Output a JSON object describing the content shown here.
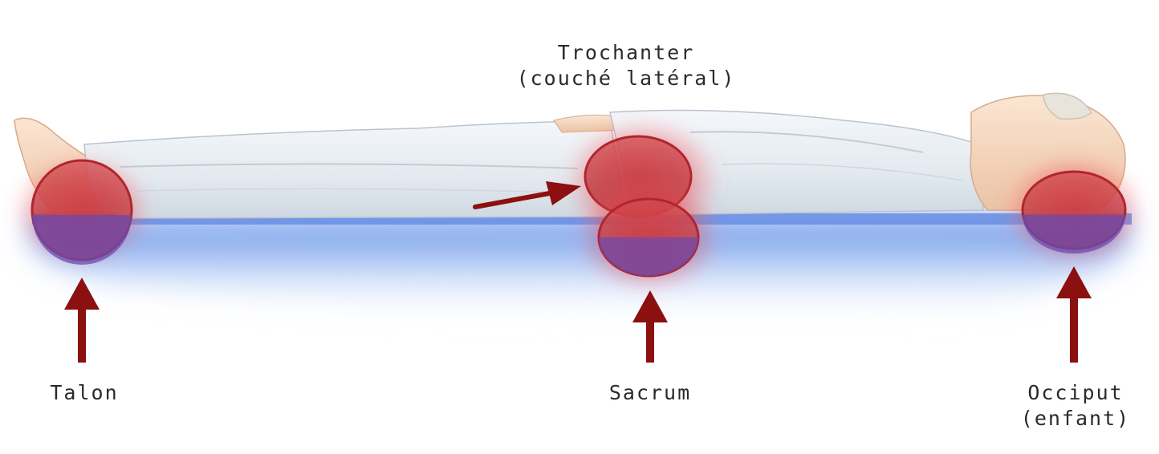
{
  "labels": {
    "trochanter": {
      "line1": "Trochanter",
      "line2": "(couché latéral)"
    },
    "talon": {
      "line1": "Talon"
    },
    "sacrum": {
      "line1": "Sacrum"
    },
    "occiput": {
      "line1": "Occiput",
      "line2": "(enfant)"
    }
  },
  "colors": {
    "surface": "#8fb2f0",
    "pressure_zone": "#c83232",
    "arrow": "#8b1010",
    "body_gown": "#e6ebf0",
    "skin": "#f5d6bc"
  }
}
